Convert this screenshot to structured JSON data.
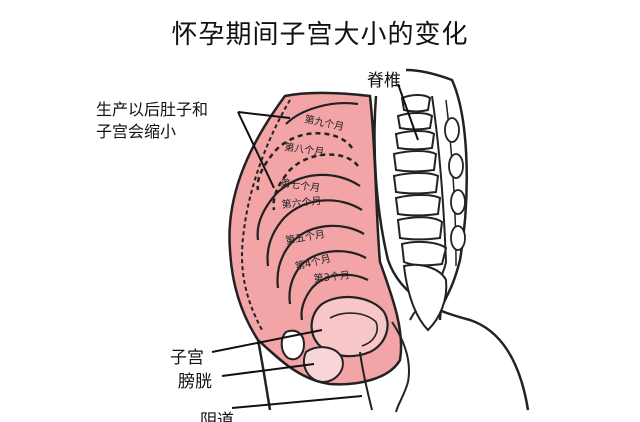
{
  "title": "怀孕期间子宫大小的变化",
  "labels": {
    "spine": "脊椎",
    "belly_line1": "生产以后肚子和",
    "belly_line2": "子宫会缩小",
    "uterus": "子宫",
    "bladder": "膀胱",
    "vagina": "阴道"
  },
  "months": [
    "第九个月",
    "第八个月",
    "第七个月",
    "第六个月",
    "第五个月",
    "第4个月",
    "第3个月"
  ],
  "colors": {
    "belly_fill": "#f2a4a6",
    "outline": "#111111",
    "background": "#ffffff"
  }
}
